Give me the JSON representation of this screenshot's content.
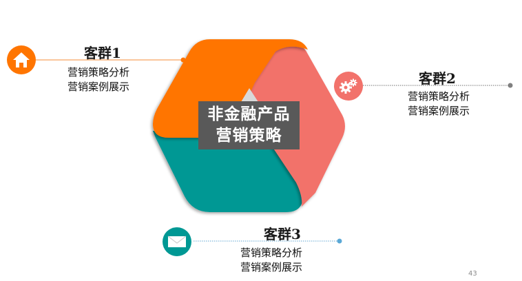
{
  "colors": {
    "orange": "#FF7500",
    "salmon": "#F2726B",
    "teal": "#009894",
    "center_box": "#595959",
    "line_1": "#F9B47A",
    "line_2": "#8C8C8C",
    "line_3": "#7FB8DA",
    "dot_3": "#5AA8D6"
  },
  "center": {
    "line1": "非金融产品",
    "line2": "营销策略"
  },
  "groups": [
    {
      "title": "客群1",
      "lines": [
        "营销策略分析",
        "营销案例展示"
      ],
      "icon": "home-icon",
      "color": "#FF7500"
    },
    {
      "title": "客群2",
      "lines": [
        "营销策略分析",
        "营销案例展示"
      ],
      "icon": "gears-icon",
      "color": "#F2726B"
    },
    {
      "title": "客群3",
      "lines": [
        "营销策略分析",
        "营销案例展示"
      ],
      "icon": "mail-icon",
      "color": "#009894"
    }
  ],
  "page_number": "43"
}
